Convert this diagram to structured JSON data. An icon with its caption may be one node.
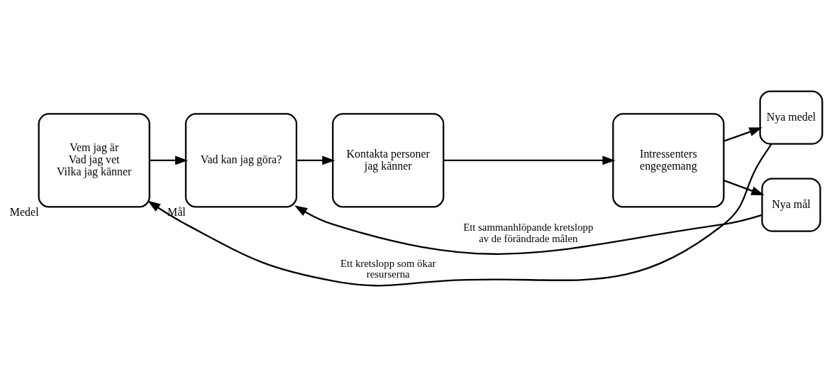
{
  "diagram": {
    "nodes": [
      {
        "text": [
          "Vem jag är",
          "Vad jag vet",
          "Vilka jag känner"
        ],
        "beside": [
          "Medel"
        ]
      },
      {
        "text": [
          "Vad kan jag göra?"
        ],
        "beside": [
          "Mål"
        ]
      },
      {
        "text": [
          "Kontakta personer jag känner"
        ]
      },
      {
        "text": [
          "Intressenters engegemang"
        ]
      },
      {
        "text": [
          "Nya medel"
        ]
      },
      {
        "text": [
          "Nya mål"
        ]
      }
    ],
    "edges": [
      {
        "from": 0,
        "to": 1,
        "arrow": "to"
      },
      {
        "from": 1,
        "to": 2,
        "arrow": "to"
      },
      {
        "from": 2,
        "to": 3,
        "arrow": "to"
      },
      {
        "from": 3,
        "to": 4,
        "arrow": "to"
      },
      {
        "from": 3,
        "to": 5,
        "arrow": "to"
      },
      {
        "from": 4,
        "to": 0,
        "arrow": "to",
        "label": "Ett kretslopp som ökar resurserna"
      },
      {
        "from": 5,
        "to": 1,
        "arrow": "to",
        "label": "Ett sammanhlöpande kretslopp av de förändrade målen"
      }
    ]
  }
}
